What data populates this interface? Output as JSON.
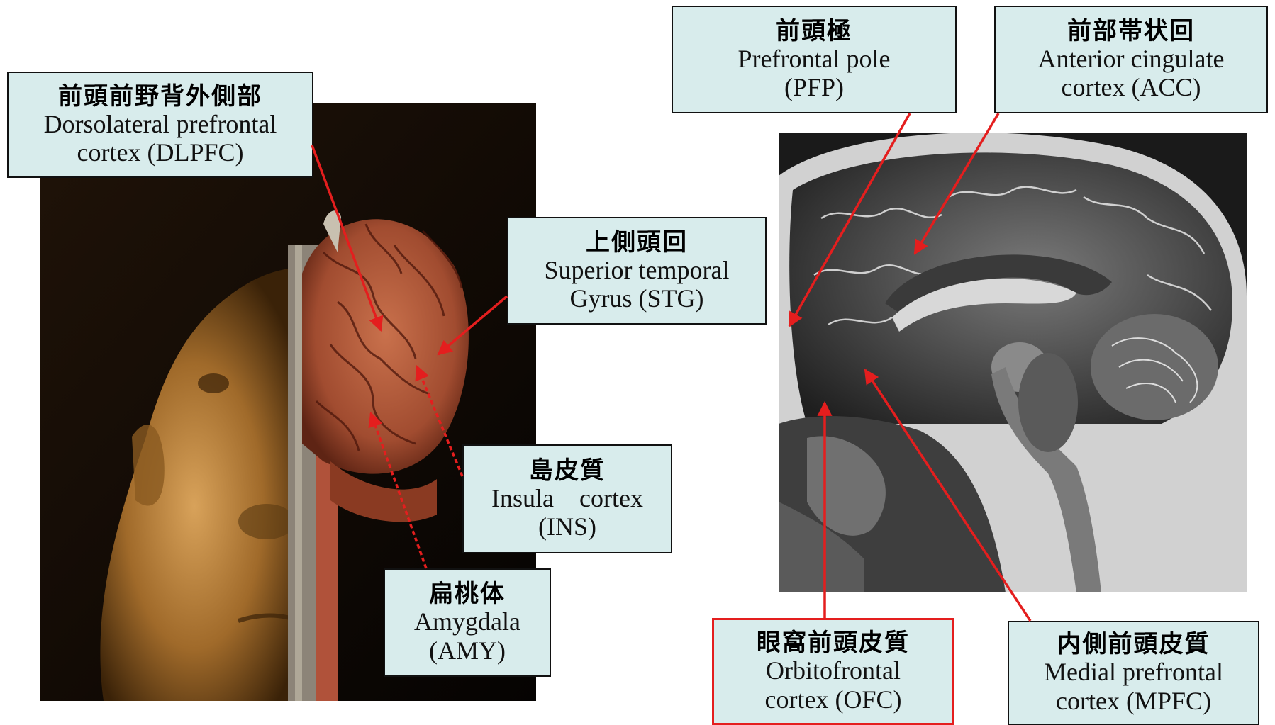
{
  "accent_colors": {
    "arrow": "#e41e1e",
    "label_fill": "#d8ecec",
    "label_border": "#111111",
    "highlight_border": "#e41e1e"
  },
  "labels": {
    "dlpfc": {
      "jp": "前頭前野背外側部",
      "en1": "Dorsolateral prefrontal",
      "en2": "cortex (DLPFC)"
    },
    "stg": {
      "jp": "上側頭回",
      "en1": "Superior temporal",
      "en2": "Gyrus (STG)"
    },
    "ins": {
      "jp": "島皮質",
      "en1": "Insula　cortex",
      "en2": "(INS)"
    },
    "amy": {
      "jp": "扁桃体",
      "en1": "Amygdala",
      "en2": "(AMY)"
    },
    "pfp": {
      "jp": "前頭極",
      "en1": "Prefrontal pole",
      "en2": "(PFP)"
    },
    "acc": {
      "jp": "前部帯状回",
      "en1": "Anterior cingulate",
      "en2": "cortex (ACC)"
    },
    "ofc": {
      "jp": "眼窩前頭皮質",
      "en1": "Orbitofrontal",
      "en2": "cortex (OFC)"
    },
    "mpfc": {
      "jp": "内側前頭皮質",
      "en1": "Medial prefrontal",
      "en2": "cortex (MPFC)"
    }
  },
  "images": {
    "left": "3d-head-render-with-exposed-brain",
    "right": "sagittal-mri-brain-slice"
  }
}
